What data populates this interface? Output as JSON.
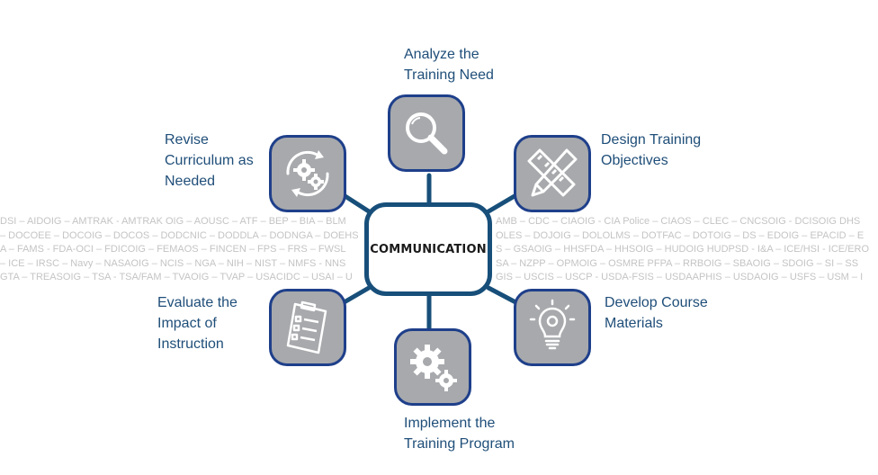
{
  "center": {
    "label": "COMMUNICATION"
  },
  "steps": [
    {
      "label": "Analyze the\nTraining Need",
      "icon": "magnifier-icon"
    },
    {
      "label": "Design Training\nObjectives",
      "icon": "pencil-ruler-icon"
    },
    {
      "label": "Develop Course\nMaterials",
      "icon": "lightbulb-icon"
    },
    {
      "label": "Implement the\nTraining Program",
      "icon": "gears-icon"
    },
    {
      "label": "Evaluate the\nImpact of\nInstruction",
      "icon": "clipboard-checklist-icon"
    },
    {
      "label": "Revise\nCurriculum as\nNeeded",
      "icon": "gears-cycle-icon"
    }
  ],
  "agencies": {
    "line1_left": "DSI – AIDOIG – AMTRAK - AMTRAK OIG – AOUSC – ATF – BEP – BIA – BLM",
    "line1_right": "AMB – CDC – CIAOIG - CIA Police – CIAOS – CLEC – CNCSOIG - DCISOIG DHS",
    "line2_left": "– DOCOEE – DOCOIG – DOCOS – DODCNIC – DODDLA – DODNGA – DOEHS",
    "line2_right": "OLES – DOJOIG – DOLOLMS – DOTFAC – DOTOIG – DS – EDOIG – EPACID – E",
    "line3_left": "A – FAMS - FDA-OCI – FDICOIG – FEMAOS – FINCEN – FPS – FRS – FWSL",
    "line3_right": "S – GSAOIG – HHSFDA – HHSOIG – HUDOIG HUDPSD - I&A – ICE/HSI - ICE/ERO",
    "line4_left": "– ICE – IRSC – Navy – NASAOIG – NCIS – NGA – NIH – NIST – NMFS - NNS",
    "line4_right": "SA – NZPP – OPMOIG – OSMRE  PFPA – RRBOIG – SBAOIG – SDOIG – SI – SS",
    "line5_left": "GTA – TREASOIG – TSA - TSA/FAM – TVAOIG – TVAP – USACIDC – USAI – U",
    "line5_right": "GIS – USCIS – USCP - USDA-FSIS – USDAAPHIS – USDAOIG – USFS – USM – I"
  },
  "colors": {
    "connector": "#174f7a",
    "node_fill": "#a7a9ac",
    "node_border": "#1e3f8a",
    "label_text": "#1f4e79",
    "agency_text": "#c4c4c4"
  }
}
